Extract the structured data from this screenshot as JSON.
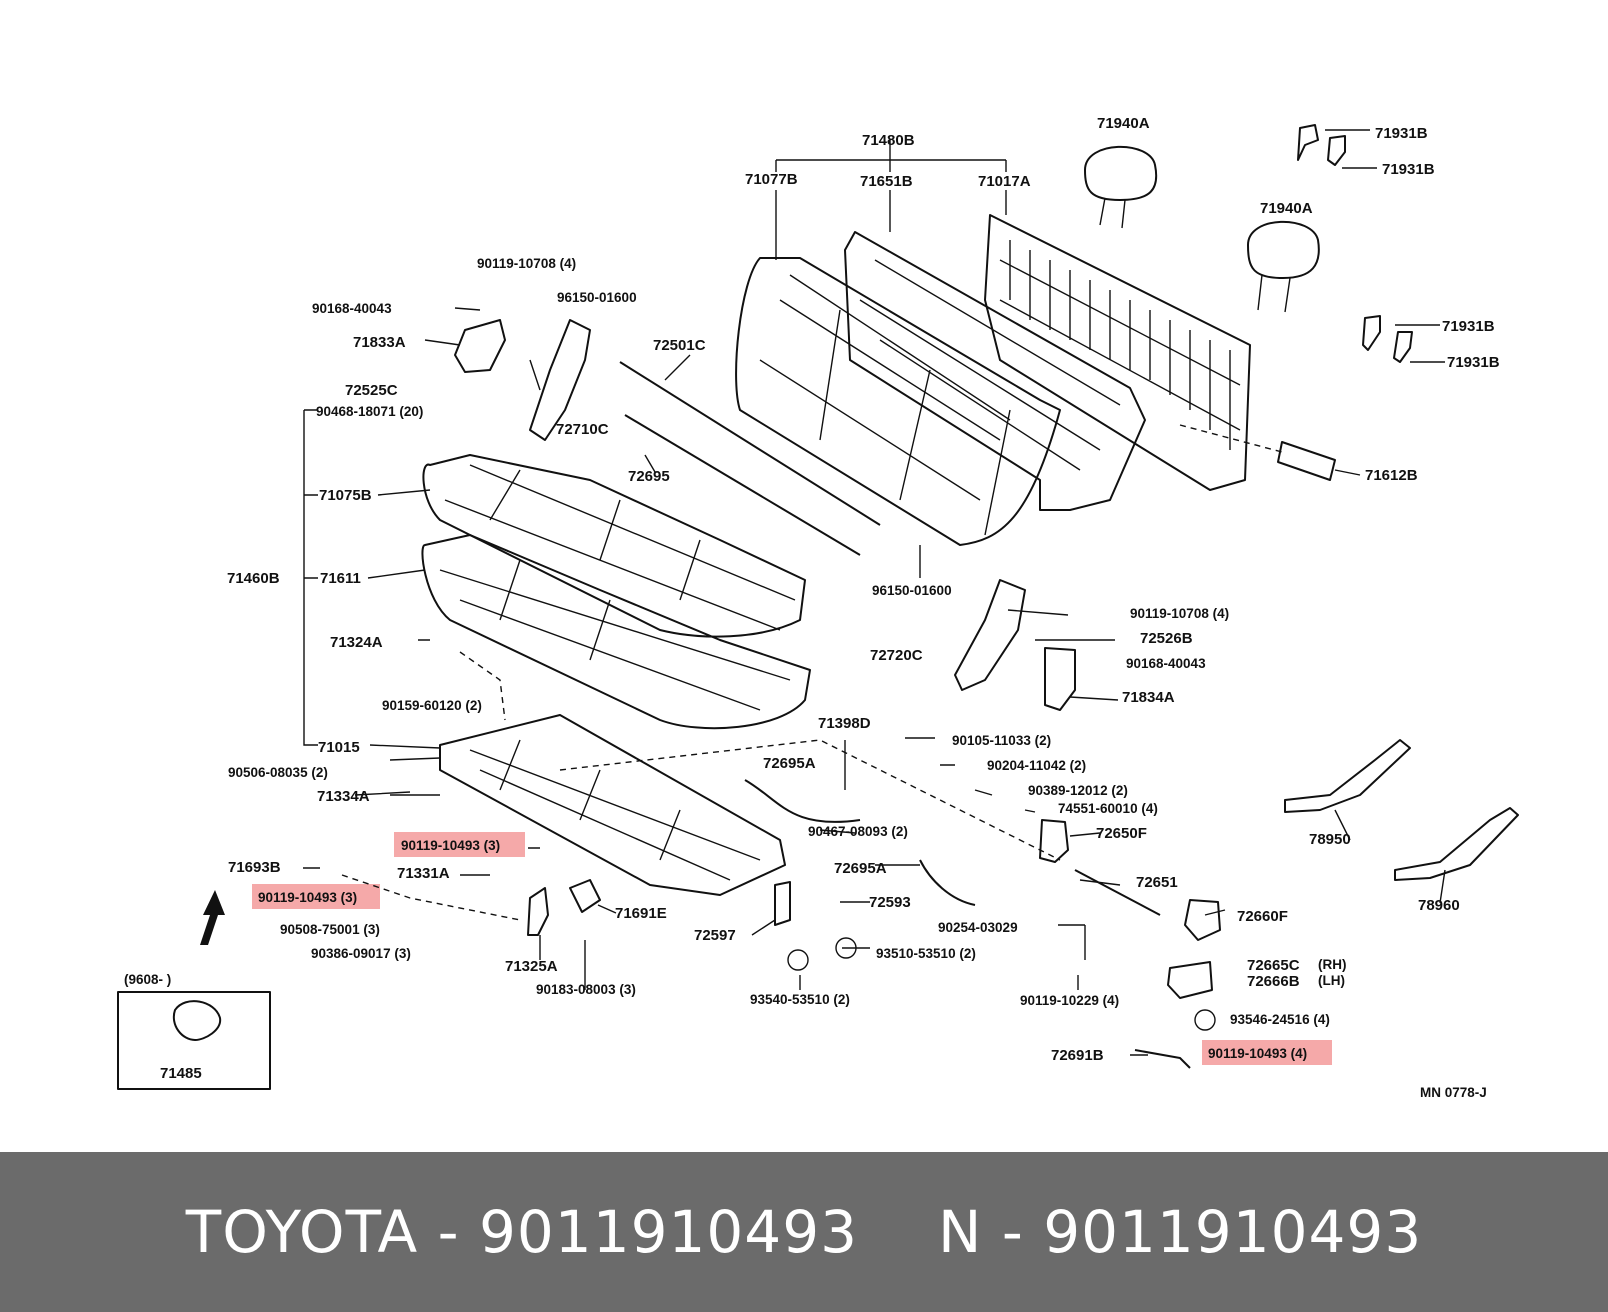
{
  "footer": {
    "left_text": "TOYOTA - 9011910493",
    "right_text": "N - 9011910493"
  },
  "diagram": {
    "code": "MN  0778-J",
    "inset_title": "(9608-         )",
    "inset_part": "71485",
    "highlight_color": "#f28c8c",
    "labels": {
      "p71480B": "71480B",
      "p71077B": "71077B",
      "p71651B": "71651B",
      "p71017A": "71017A",
      "p71940A_1": "71940A",
      "p71940A_2": "71940A",
      "p71931B_1": "71931B",
      "p71931B_2": "71931B",
      "p71931B_3": "71931B",
      "p71931B_4": "71931B",
      "p71612B": "71612B",
      "p90119_10708_a": "90119-10708 (4)",
      "p90168_40043_a": "90168-40043",
      "p96150_01600_a": "96150-01600",
      "p71833A": "71833A",
      "p72525C": "72525C",
      "p72501C": "72501C",
      "p90468_18071": "90468-18071 (20)",
      "p72710C": "72710C",
      "p72695": "72695",
      "p71075B": "71075B",
      "p71460B": "71460B",
      "p71611": "71611",
      "p96150_01600_b": "96150-01600",
      "p90119_10708_b": "90119-10708 (4)",
      "p72526B": "72526B",
      "p72720C": "72720C",
      "p90168_40043_b": "90168-40043",
      "p71834A": "71834A",
      "p71324A": "71324A",
      "p90159_60120": "90159-60120 (2)",
      "p71015": "71015",
      "p90506_08035": "90506-08035 (2)",
      "p71334A": "71334A",
      "p71398D": "71398D",
      "p90105_11033": "90105-11033 (2)",
      "p72695A_1": "72695A",
      "p90204_11042": "90204-11042 (2)",
      "p90389_12012": "90389-12012 (2)",
      "p74551_60010": "74551-60010 (4)",
      "p90467_08093": "90467-08093 (2)",
      "p72650F": "72650F",
      "p78950": "78950",
      "p90119_10493_a": "90119-10493 (3)",
      "p71693B": "71693B",
      "p71331A": "71331A",
      "p90119_10493_b": "90119-10493 (3)",
      "p71691E": "71691E",
      "p72695A_2": "72695A",
      "p72651": "72651",
      "p78960": "78960",
      "p90508_75001": "90508-75001 (3)",
      "p90386_09017": "90386-09017 (3)",
      "p72597": "72597",
      "p72593": "72593",
      "p90254_03029": "90254-03029",
      "p72660F": "72660F",
      "p71325A": "71325A",
      "p93510_53510": "93510-53510 (2)",
      "p72665C": "72665C",
      "p72665C_side": "(RH)",
      "p72666B": "72666B",
      "p72666B_side": "(LH)",
      "p90183_08003": "90183-08003 (3)",
      "p93540_53510": "93540-53510 (2)",
      "p90119_10229": "90119-10229 (4)",
      "p93546_24516": "93546-24516 (4)",
      "p72691B": "72691B",
      "p90119_10493_c": "90119-10493 (4)"
    }
  }
}
